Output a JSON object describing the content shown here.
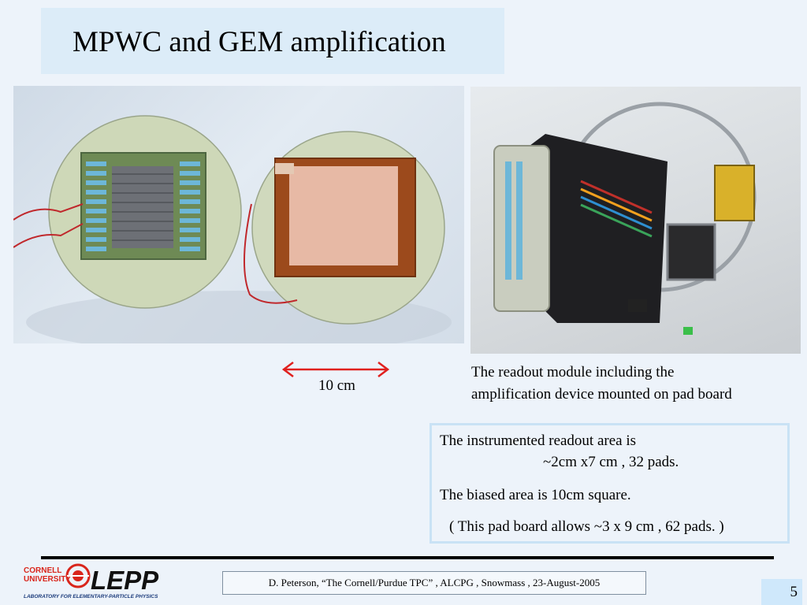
{
  "slide": {
    "title": "MPWC and GEM amplification",
    "scale_label": "10 cm",
    "caption_lines": [
      "The readout module including the",
      "amplification device mounted on pad board"
    ],
    "info_lines": [
      "The instrumented readout area is",
      "~2cm x7 cm , 32 pads.",
      "The biased area is 10cm square.",
      "( This pad board allows ~3 x 9 cm , 62 pads. )"
    ],
    "colors": {
      "scale_arrow": "#e0201e",
      "title_bg": "#dcecf8",
      "slide_bg": "#edf3fa",
      "logo_red": "#d9261c"
    }
  },
  "footer": {
    "logo_text_top": "CORNELL",
    "logo_text_bottom": "UNIVERSITY",
    "logo_main": "LEPP",
    "logo_subtitle": "LABORATORY FOR ELEMENTARY-PARTICLE PHYSICS",
    "citation": "D. Peterson,  “The Cornell/Purdue TPC” ,  ALCPG , Snowmass , 23-August-2005",
    "page_number": "5"
  }
}
